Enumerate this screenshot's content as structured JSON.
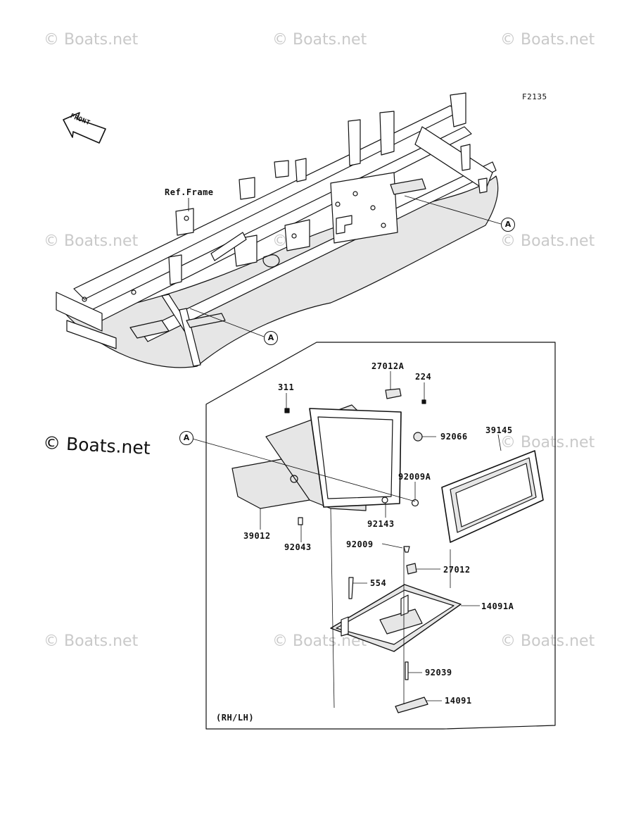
{
  "figure_code": "F2135",
  "front_label": "FRONT",
  "ref_frame_label": "Ref.Frame",
  "side_note": "(RH/LH)",
  "brand_text": "© Boats.net",
  "watermark_text": "© Boats.net",
  "callout_letter": "A",
  "part_labels": {
    "p27012A": "27012A",
    "p224": "224",
    "p311": "311",
    "p92066": "92066",
    "p39145": "39145",
    "p92009A": "92009A",
    "p92143": "92143",
    "p39012": "39012",
    "p92043": "92043",
    "p92009": "92009",
    "p27012": "27012",
    "p554": "554",
    "p14091A": "14091A",
    "p92039": "92039",
    "p14091": "14091"
  },
  "colors": {
    "line": "#111111",
    "shade": "#e6e6e6",
    "watermark": "#c9c9c9"
  }
}
